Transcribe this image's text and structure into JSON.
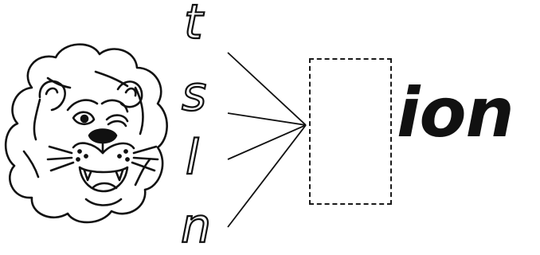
{
  "letters": [
    "t",
    "s",
    "l",
    "n"
  ],
  "suffix": "ion",
  "colors": {
    "ink": "#111111",
    "background": "#ffffff"
  },
  "icons": {
    "mascot": "lion-face-icon"
  }
}
